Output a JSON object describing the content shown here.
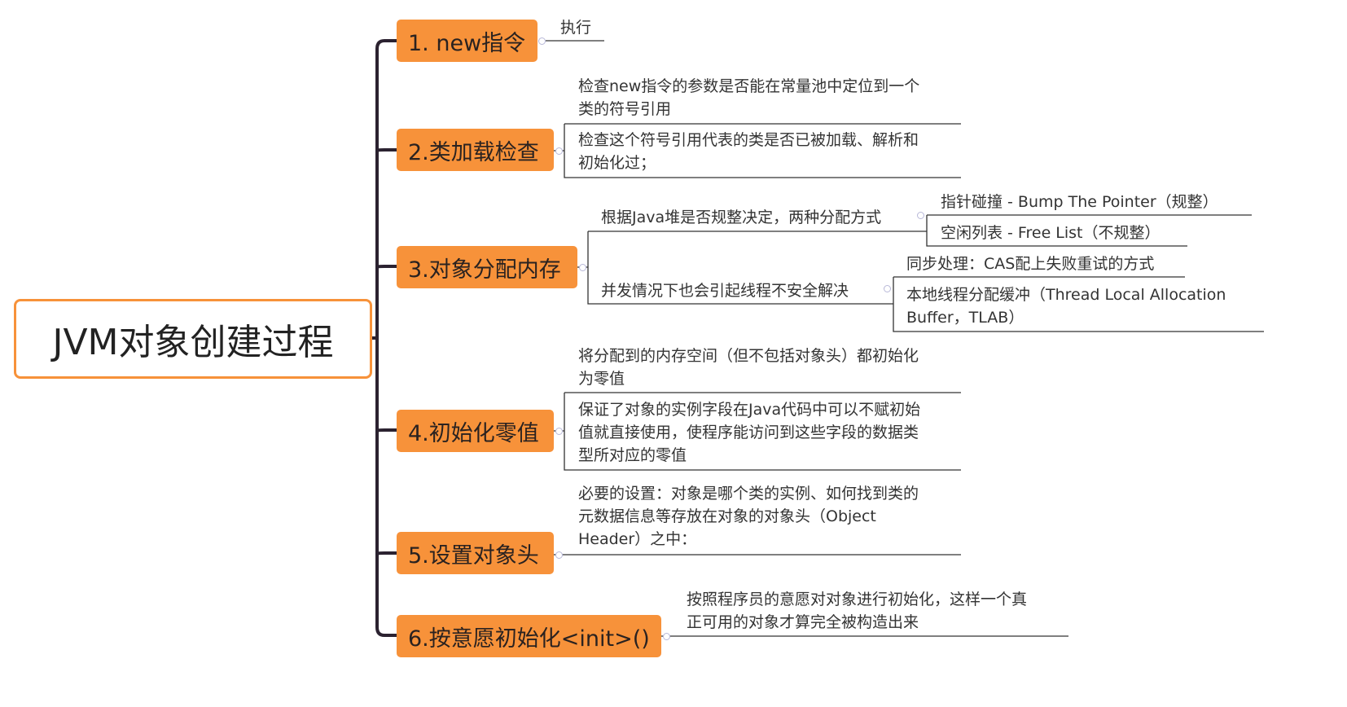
{
  "root": {
    "label": "JVM对象创建过程"
  },
  "branches": [
    {
      "label": "1. new指令",
      "leaves": [
        "执行"
      ]
    },
    {
      "label": "2.类加载检查",
      "leaves": [
        "检查new指令的参数是否能在常量池中定位到一个",
        "类的符号引用",
        "检查这个符号引用代表的类是否已被加载、解析和",
        "初始化过；"
      ]
    },
    {
      "label": "3.对象分配内存",
      "children": [
        {
          "label": "根据Java堆是否规整决定，两种分配方式",
          "leaves": [
            "指针碰撞 - Bump The Pointer（规整）",
            "空闲列表 - Free List（不规整）"
          ]
        },
        {
          "label": "并发情况下也会引起线程不安全解决",
          "leaves": [
            "同步处理：CAS配上失败重试的方式",
            "本地线程分配缓冲（Thread Local Allocation",
            "Buffer，TLAB）"
          ]
        }
      ]
    },
    {
      "label": "4.初始化零值",
      "leaves": [
        "将分配到的内存空间（但不包括对象头）都初始化",
        "为零值",
        "保证了对象的实例字段在Java代码中可以不赋初始",
        "值就直接使用，使程序能访问到这些字段的数据类",
        "型所对应的零值"
      ]
    },
    {
      "label": "5.设置对象头",
      "leaves": [
        "必要的设置：对象是哪个类的实例、如何找到类的",
        "元数据信息等存放在对象的对象头（Object",
        "Header）之中："
      ]
    },
    {
      "label": "6.按意愿初始化<init>()",
      "leaves": [
        "按照程序员的意愿对对象进行初始化，这样一个真",
        "正可用的对象才算完全被构造出来"
      ]
    }
  ],
  "colors": {
    "accent": "#f7923a",
    "line": "#2b2230"
  }
}
